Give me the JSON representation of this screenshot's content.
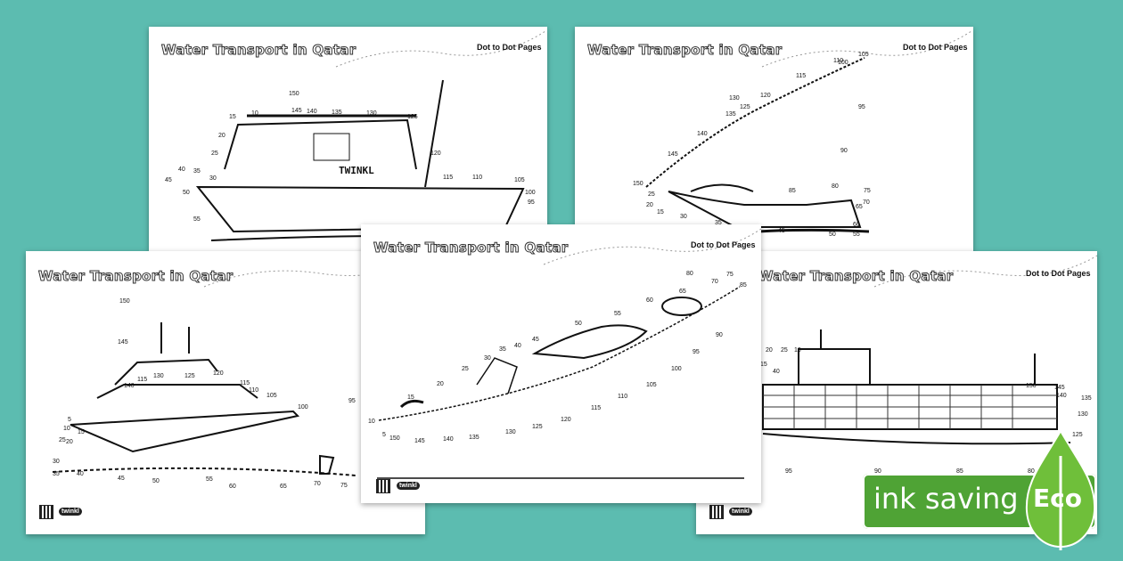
{
  "sheets": [
    {
      "title": "Water Transport in Qatar",
      "subtitle": "Dot to Dot Pages"
    },
    {
      "title": "Water Transport in Qatar",
      "subtitle": "Dot to Dot Pages"
    },
    {
      "title": "Water Transport in Qatar",
      "subtitle": "Dot to Dot Pages"
    },
    {
      "title": "Water Transport in Qatar",
      "subtitle": "Dot to Dot Pages"
    },
    {
      "title": "Water Transport in Qatar",
      "subtitle": "Dot to Dot Pages"
    }
  ],
  "boat_label": "TWINKL",
  "brand": "twinkl",
  "eco": {
    "text": "ink saving",
    "label": "Eco",
    "color": "#4fa335",
    "leaf_color": "#6fbf3a"
  },
  "background_color": "#5cbcb0"
}
